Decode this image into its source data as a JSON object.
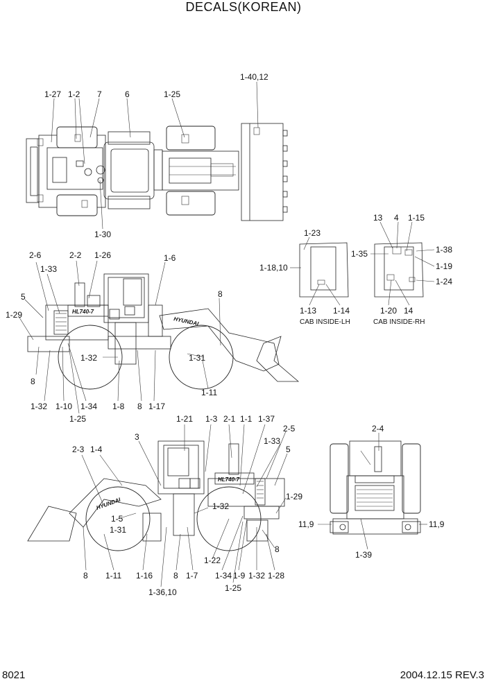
{
  "title": "DECALS(KOREAN)",
  "page_number": "8021",
  "date_rev": "2004.12.15  REV.3",
  "view_labels": {
    "cab_lh": "CAB INSIDE-LH",
    "cab_rh": "CAB INSIDE-RH"
  },
  "callouts": {
    "top": [
      "1-27",
      "1-2",
      "7",
      "6",
      "1-25",
      "1-40,12",
      "1-30"
    ],
    "left_side": [
      "2-6",
      "2-2",
      "1-26",
      "1-33",
      "5",
      "1-29",
      "1-6",
      "8",
      "1-32",
      "1-31",
      "8",
      "1-11",
      "1-32",
      "1-10",
      "1-34",
      "1-25",
      "1-8",
      "8",
      "1-17"
    ],
    "cab_lh": [
      "1-23",
      "1-18,10",
      "1-13",
      "1-14"
    ],
    "cab_rh": [
      "13",
      "4",
      "1-15",
      "1-35",
      "1-38",
      "1-19",
      "1-24",
      "1-20",
      "14"
    ],
    "right_side": [
      "1-21",
      "1-3",
      "2-1",
      "1-1",
      "1-37",
      "3",
      "2-3",
      "1-4",
      "1-33",
      "2-5",
      "5",
      "1-29",
      "1-32",
      "1-5",
      "1-31",
      "8",
      "1-11",
      "1-16",
      "8",
      "1-7",
      "1-22",
      "1-34",
      "1-9",
      "1-32",
      "1-28",
      "8",
      "1-36,10",
      "1-25"
    ],
    "rear": [
      "2-4",
      "11,9",
      "11,9",
      "1-39"
    ]
  },
  "hood_text": {
    "model": "HL740-7",
    "brand": "HYUNDAI"
  }
}
